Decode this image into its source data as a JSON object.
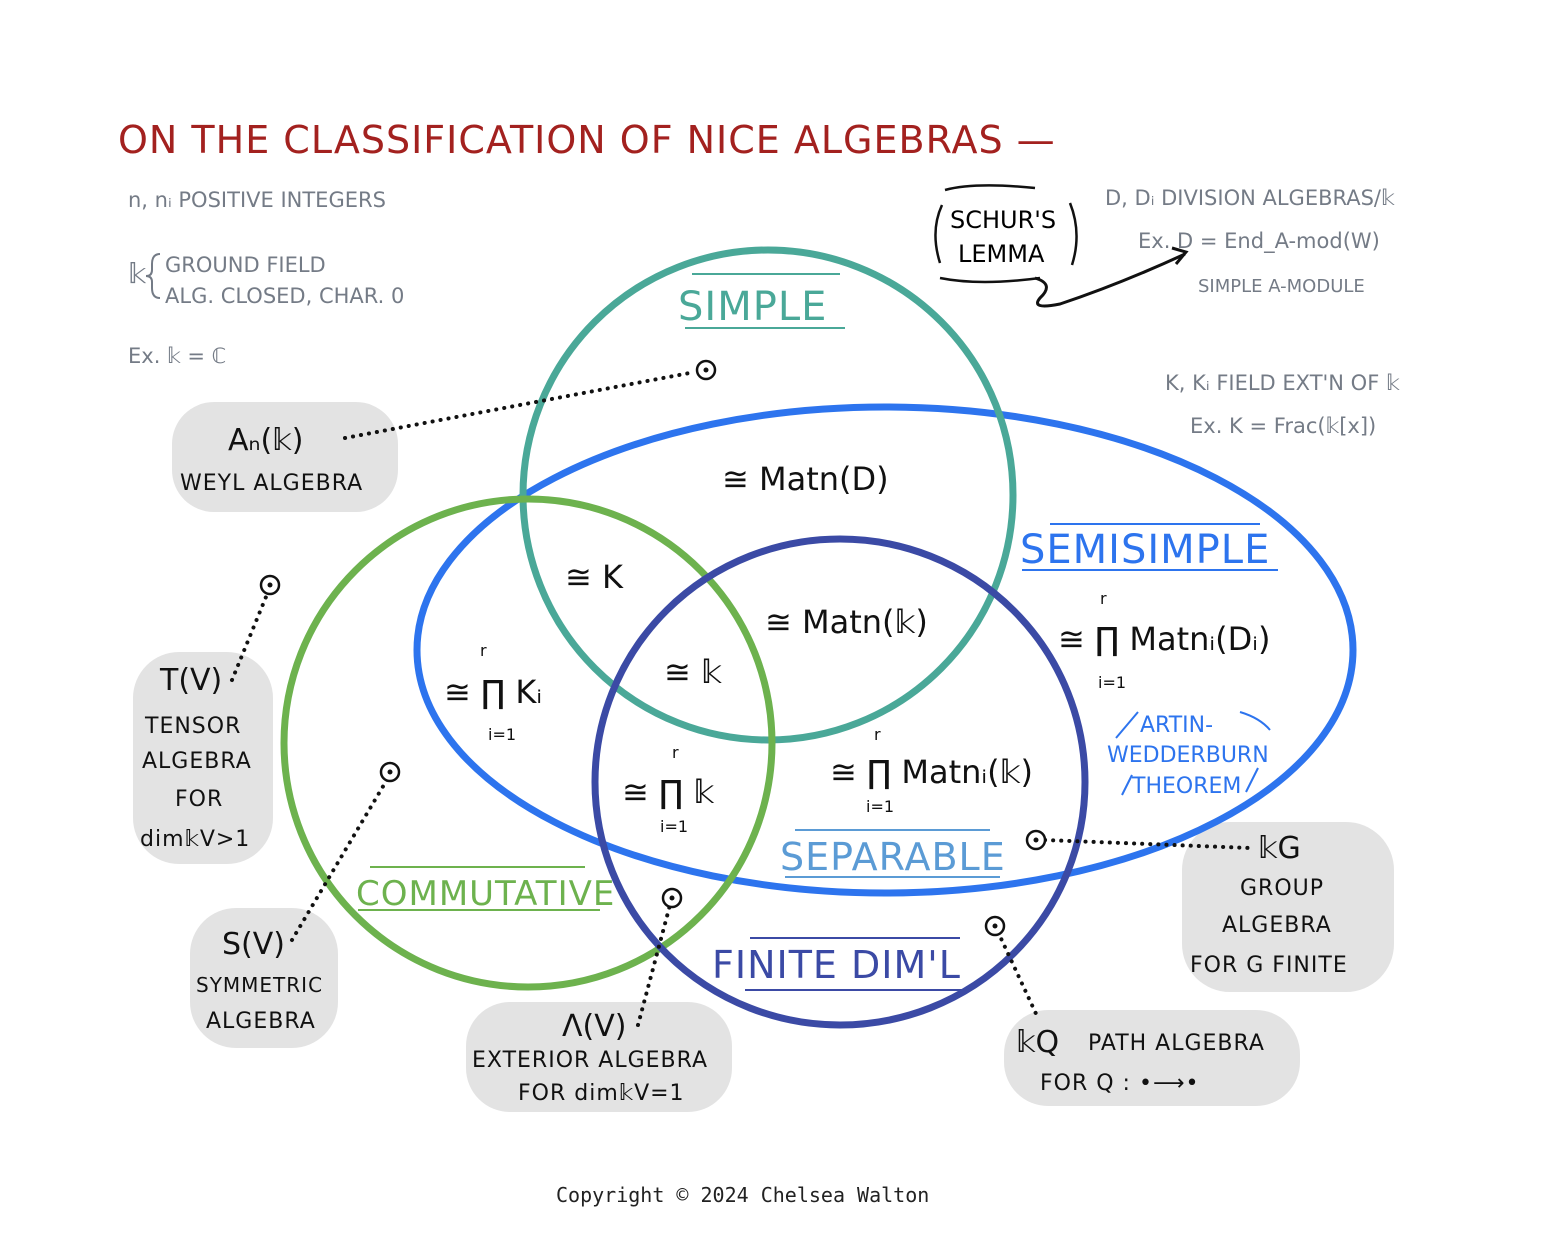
{
  "title": "ON THE CLASSIFICATION OF NICE ALGEBRAS —",
  "notes": {
    "integers": "n, nᵢ POSITIVE INTEGERS",
    "field_symbol": "𝕜",
    "field_line1": "GROUND FIELD",
    "field_line2": "ALG. CLOSED, CHAR. 0",
    "field_example": "Ex. 𝕜 = ℂ",
    "division_line1": "D, Dᵢ DIVISION ALGEBRAS/𝕜",
    "division_line2": "Ex. D = End_A-mod(W)",
    "division_line3": "SIMPLE A-MODULE",
    "field_ext_line1": "K, Kᵢ FIELD EXT'N OF 𝕜",
    "field_ext_line2": "Ex. K = Frac(𝕜[x])",
    "schur_line1": "SCHUR'S",
    "schur_line2": "LEMMA",
    "artin_line1": "ARTIN-",
    "artin_line2": "WEDDERBURN",
    "artin_line3": "THEOREM"
  },
  "categories": {
    "simple": "SIMPLE",
    "semisimple": "SEMISIMPLE",
    "commutative": "COMMUTATIVE",
    "separable": "SEPARABLE",
    "finite": "FINITE DIM'L"
  },
  "regions": {
    "matn_d": "≅ Matn(D)",
    "k_field": "≅ K",
    "matn_k": "≅ Matn(𝕜)",
    "prod_ki": "≅ ∏ Kᵢ",
    "k_ground": "≅ 𝕜",
    "prod_matni_di": "≅ ∏ Matnᵢ(Dᵢ)",
    "prod_k": "≅ ∏ 𝕜",
    "prod_matni_k": "≅ ∏ Matnᵢ(𝕜)",
    "prod_top": "r",
    "prod_bottom": "i=1"
  },
  "examples": {
    "weyl_name": "Aₙ(𝕜)",
    "weyl_desc": "WEYL ALGEBRA",
    "tensor_name": "T(V)",
    "tensor_desc1": "TENSOR",
    "tensor_desc2": "ALGEBRA",
    "tensor_desc3": "FOR",
    "tensor_desc4": "dim𝕜V>1",
    "sym_name": "S(V)",
    "sym_desc1": "SYMMETRIC",
    "sym_desc2": "ALGEBRA",
    "ext_name": "Λ(V)",
    "ext_desc1": "EXTERIOR ALGEBRA",
    "ext_desc2": "FOR dim𝕜V=1",
    "group_name": "𝕜G",
    "group_desc1": "GROUP",
    "group_desc2": "ALGEBRA",
    "group_desc3": "FOR G FINITE",
    "path_name": "𝕜Q",
    "path_desc1": "PATH ALGEBRA",
    "path_desc2": "FOR   Q : •⟶•"
  },
  "colors": {
    "title": "#a3211f",
    "simple": "#4aa898",
    "semisimple": "#2d74ee",
    "commutative": "#6db24e",
    "separable": "#5b9bd5",
    "finite": "#3b4aa5",
    "artin": "#2d74ee",
    "notes": "#747b86"
  },
  "copyright": "Copyright © 2024 Chelsea Walton"
}
